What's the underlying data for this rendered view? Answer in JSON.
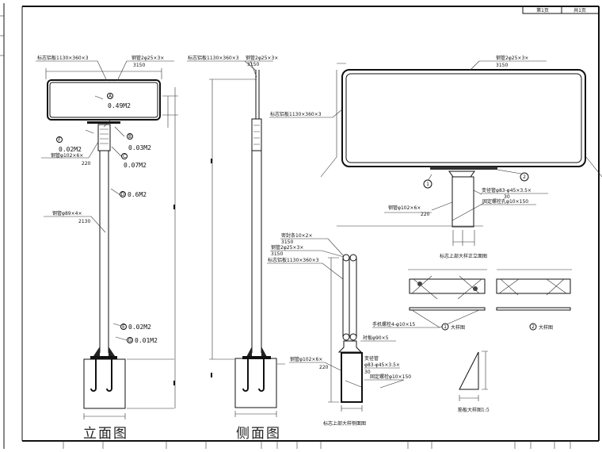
{
  "title_block": {
    "page": "第1页",
    "total": "共1页"
  },
  "front_view": {
    "title": "立面图",
    "panel_label": "标志铝板1130×360×3",
    "tube_label": "钢管2φ25×3×",
    "tube_length": "3150",
    "area_a": {
      "letter": "A",
      "value": "0.49M2"
    },
    "area_b": {
      "letter": "B",
      "value": "0.03M2"
    },
    "area_c": {
      "letter": "C",
      "value": "0.07M2"
    },
    "area_d": {
      "letter": "D",
      "value": "0.6M2"
    },
    "area_e": {
      "letter": "E",
      "value": "0.02M2"
    },
    "area_f": {
      "letter": "F",
      "value": "0.02M2"
    },
    "area_g": {
      "letter": "G",
      "value": "0.01M2"
    },
    "sleeve_label": "钢管φ102×6×",
    "sleeve_length": "220",
    "pole_label": "钢管φ89×4×",
    "pole_length": "2130"
  },
  "side_view": {
    "title": "侧面图",
    "panel_label": "标志铝板1130×360×3",
    "tube_label": "钢管2φ25×3×",
    "tube_length": "3150"
  },
  "top_detail_front": {
    "caption": "标志上部大样正立面图",
    "tube_label": "钢管2φ25×3×",
    "tube_length": "3150",
    "panel_label": "标志铝板1130×360×3",
    "reducer_label": "变径管φ83-φ45×3.5×",
    "reducer_length": "30",
    "sleeve_label": "钢管φ102×6×",
    "sleeve_length": "220",
    "bolt_label": "固定螺栓孔φ10×150",
    "detail_1": "1",
    "detail_2": "2"
  },
  "detail_views": {
    "bolt_label": "手机螺栓4-φ10×15",
    "detail_1_caption": "大样图",
    "detail_1_num": "1",
    "detail_2_caption": "大样图",
    "detail_2_num": "2"
  },
  "top_detail_side": {
    "caption": "标志上部大样侧面图",
    "seal_label": "密封条10×2×",
    "seal_length": "3150",
    "tube_label": "钢管2φ25×3×",
    "tube_length": "3150",
    "panel_label": "标志铝板1130×360×3",
    "liner_label": "衬板φ90×5",
    "sleeve_label": "钢管φ102×6×",
    "sleeve_length": "220",
    "reducer_label": "变径管",
    "reducer_spec": "φ83-φ45×3.5×",
    "reducer_length": "30",
    "bolt_label": "固定螺栓φ10×150"
  },
  "rib_detail": {
    "caption": "筋板大样图1:5"
  }
}
